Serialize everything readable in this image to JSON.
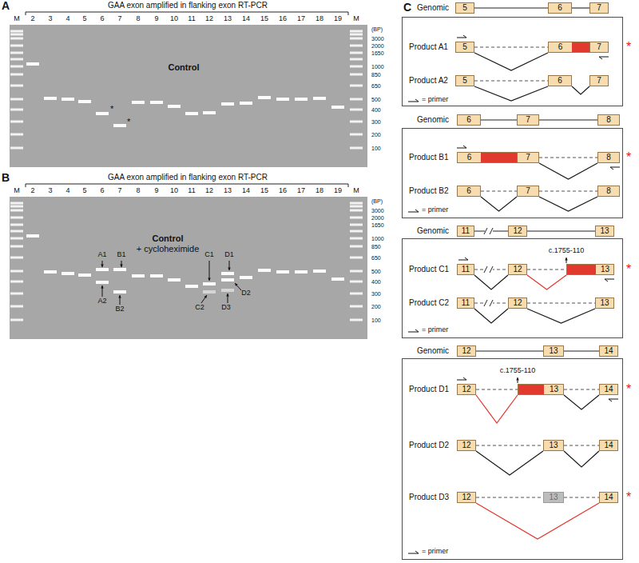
{
  "diagram": {
    "nodes": [
      {
        "text": [
          "5"
        ]
      },
      {
        "text": [
          "6"
        ]
      },
      {
        "text": [
          "7"
        ]
      },
      {
        "text": [
          "Product A1",
          "Product A2"
        ]
      },
      {
        "text": [
          "5"
        ],
        "in": 3
      },
      {
        "text": [
          "6"
        ],
        "in": 3
      },
      {
        "text": [
          "7"
        ],
        "in": 3
      },
      {
        "text": [
          "5"
        ],
        "in": 3
      },
      {
        "text": [
          "6"
        ],
        "in": 3
      },
      {
        "text": [
          "7"
        ],
        "in": 3
      },
      {
        "text": [
          "6"
        ]
      },
      {
        "text": [
          "7"
        ]
      },
      {
        "text": [
          "8"
        ]
      },
      {
        "text": [
          "Product B1",
          "Product B2"
        ]
      },
      {
        "text": [
          "6"
        ],
        "in": 13
      },
      {
        "text": [
          "7"
        ],
        "in": 13
      },
      {
        "text": [
          "8"
        ],
        "in": 13
      },
      {
        "text": [
          "6"
        ],
        "in": 13
      },
      {
        "text": [
          "7"
        ],
        "in": 13
      },
      {
        "text": [
          "8"
        ],
        "in": 13
      },
      {
        "text": [
          "11"
        ]
      },
      {
        "text": [
          "12"
        ]
      },
      {
        "text": [
          "13"
        ]
      },
      {
        "text": [
          "Product C1",
          "Product C2"
        ]
      },
      {
        "text": [
          "11"
        ],
        "in": 23
      },
      {
        "text": [
          "12"
        ],
        "in": 23
      },
      {
        "text": [
          "13"
        ],
        "in": 23
      },
      {
        "text": [
          "11"
        ],
        "in": 23
      },
      {
        "text": [
          "12"
        ],
        "in": 23
      },
      {
        "text": [
          "13"
        ],
        "in": 23
      },
      {
        "text": [
          "12"
        ]
      },
      {
        "text": [
          "13"
        ]
      },
      {
        "text": [
          "14"
        ]
      },
      {
        "text": [
          "Product D1",
          "Product D2",
          "Product D3"
        ]
      },
      {
        "text": [
          "12"
        ],
        "in": 33
      },
      {
        "text": [
          "13"
        ],
        "in": 33
      },
      {
        "text": [
          "14"
        ],
        "in": 33
      },
      {
        "text": [
          "12"
        ],
        "in": 33
      },
      {
        "text": [
          "13"
        ],
        "in": 33
      },
      {
        "text": [
          "14"
        ],
        "in": 33
      },
      {
        "text": [
          "12"
        ],
        "in": 33
      },
      {
        "text": [
          "13"
        ],
        "in": 33
      },
      {
        "text": [
          "14"
        ],
        "in": 33
      }
    ],
    "edges": [
      {
        "from": 0,
        "to": 1,
        "arrow": "none"
      },
      {
        "from": 1,
        "to": 2,
        "arrow": "none"
      },
      {
        "from": 4,
        "to": 5,
        "arrow": "none"
      },
      {
        "from": 4,
        "to": 5,
        "arrow": "none"
      },
      {
        "from": 7,
        "to": 8,
        "arrow": "none"
      },
      {
        "from": 7,
        "to": 8,
        "arrow": "none"
      },
      {
        "from": 8,
        "to": 9,
        "arrow": "none"
      },
      {
        "from": 10,
        "to": 11,
        "arrow": "none"
      },
      {
        "from": 11,
        "to": 12,
        "arrow": "none"
      },
      {
        "from": 15,
        "to": 16,
        "arrow": "none"
      },
      {
        "from": 15,
        "to": 16,
        "arrow": "none"
      },
      {
        "from": 17,
        "to": 18,
        "arrow": "none"
      },
      {
        "from": 17,
        "to": 18,
        "arrow": "none"
      },
      {
        "from": 18,
        "to": 19,
        "arrow": "none"
      },
      {
        "from": 18,
        "to": 19,
        "arrow": "none"
      },
      {
        "from": 20,
        "to": 21,
        "arrow": "none"
      },
      {
        "from": 21,
        "to": 22,
        "arrow": "none"
      },
      {
        "from": 24,
        "to": 25,
        "arrow": "none"
      },
      {
        "from": 24,
        "to": 25,
        "arrow": "none"
      },
      {
        "from": 25,
        "to": 26,
        "arrow": "none"
      },
      {
        "from": 25,
        "to": 26,
        "arrow": "none"
      },
      {
        "from": 27,
        "to": 28,
        "arrow": "none"
      },
      {
        "from": 27,
        "to": 28,
        "arrow": "none"
      },
      {
        "from": 28,
        "to": 29,
        "arrow": "none"
      },
      {
        "from": 28,
        "to": 29,
        "arrow": "none"
      },
      {
        "from": 30,
        "to": 31,
        "arrow": "none"
      },
      {
        "from": 31,
        "to": 32,
        "arrow": "none"
      },
      {
        "from": 34,
        "to": 35,
        "arrow": "none"
      },
      {
        "from": 34,
        "to": 35,
        "arrow": "none"
      },
      {
        "from": 35,
        "to": 36,
        "arrow": "none"
      },
      {
        "from": 35,
        "to": 36,
        "arrow": "none"
      },
      {
        "from": 37,
        "to": 38,
        "arrow": "none"
      },
      {
        "from": 37,
        "to": 38,
        "arrow": "none"
      },
      {
        "from": 38,
        "to": 39,
        "arrow": "none"
      },
      {
        "from": 38,
        "to": 39,
        "arrow": "none"
      },
      {
        "from": 40,
        "to": 41,
        "arrow": "none"
      },
      {
        "from": 41,
        "to": 42,
        "arrow": "none"
      },
      {
        "from": 40,
        "to": 42,
        "arrow": "none"
      }
    ],
    "labels": [
      "A",
      "GAA exon amplified in flanking exon RT-PCR",
      "M",
      "2",
      "3",
      "4",
      "5",
      "6",
      "7",
      "8",
      "9",
      "10",
      "11",
      "12",
      "13",
      "14",
      "15",
      "16",
      "17",
      "18",
      "19",
      "M",
      "(BP)",
      "3000",
      "2000",
      "1650",
      "1000",
      "850",
      "650",
      "500",
      "400",
      "300",
      "200",
      "100",
      "Control",
      "*",
      "*",
      "B",
      "GAA exon amplified in flanking exon RT-PCR",
      "M",
      "2",
      "3",
      "4",
      "5",
      "6",
      "7",
      "8",
      "9",
      "10",
      "11",
      "12",
      "13",
      "14",
      "15",
      "16",
      "17",
      "18",
      "19",
      "M",
      "(BP)",
      "3000",
      "2000",
      "1650",
      "1000",
      "850",
      "650",
      "500",
      "400",
      "300",
      "200",
      "100",
      "Control",
      "+ cycloheximide",
      "A1",
      "A2",
      "B1",
      "B2",
      "C1",
      "C2",
      "D1",
      "D2",
      "D3",
      "C",
      "Genomic",
      "*",
      "Genomic",
      "*",
      "Genomic",
      "c.1755-110",
      "*",
      "Genomic",
      "c.1755-110",
      "*",
      "*"
    ],
    "legend": [
      {
        "text": "= primer"
      },
      {
        "text": "= primer"
      },
      {
        "text": "= primer"
      },
      {
        "text": "= primer"
      }
    ]
  }
}
